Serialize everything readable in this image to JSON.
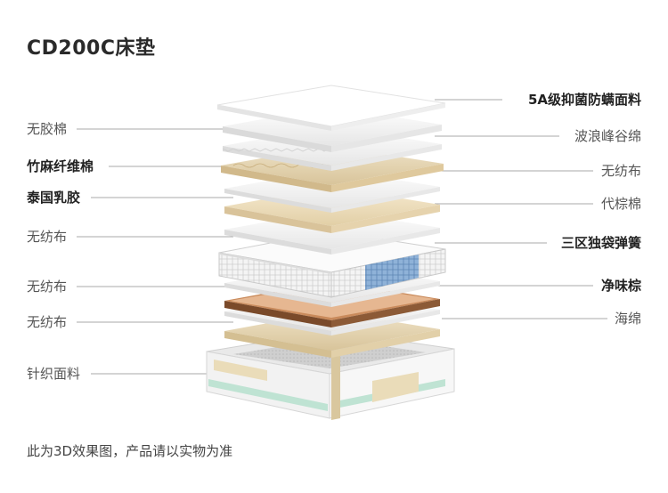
{
  "title": "CD200C床垫",
  "left_labels": [
    {
      "text": "无胶棉",
      "bold": false
    },
    {
      "text": "竹麻纤维棉",
      "bold": true
    },
    {
      "text": "泰国乳胶",
      "bold": true
    },
    {
      "text": "无纺布",
      "bold": false
    },
    {
      "text": "无纺布",
      "bold": false
    },
    {
      "text": "无纺布",
      "bold": false
    },
    {
      "text": "针织面料",
      "bold": false
    }
  ],
  "right_labels": [
    {
      "text": "5A级抑菌防螨面料",
      "bold": true
    },
    {
      "text": "波浪峰谷绵",
      "bold": false
    },
    {
      "text": "无纺布",
      "bold": false
    },
    {
      "text": "代棕棉",
      "bold": false
    },
    {
      "text": "三区独袋弹簧",
      "bold": true
    },
    {
      "text": "净味棕",
      "bold": true
    },
    {
      "text": "海绵",
      "bold": false
    }
  ],
  "footer": "此为3D效果图，产品请以实物为准"
}
